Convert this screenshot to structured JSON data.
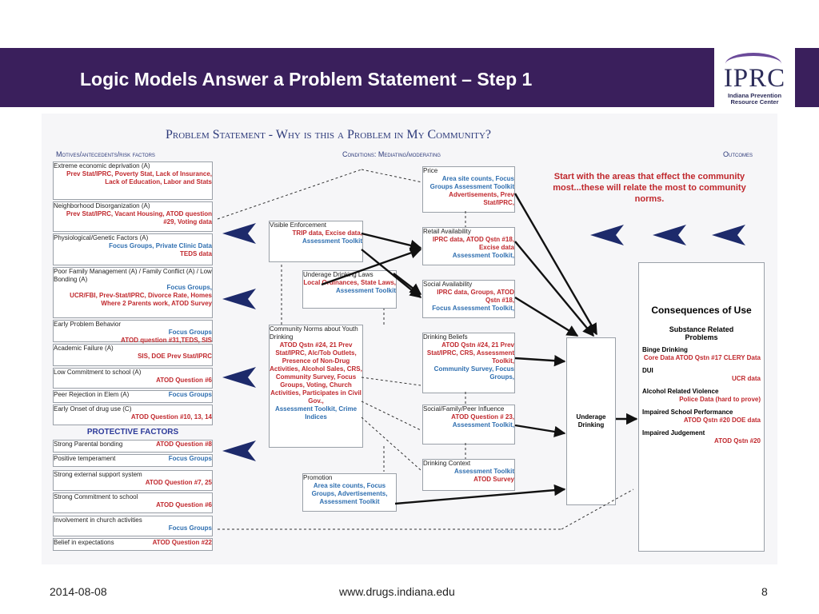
{
  "title": "Logic Models Answer a Problem Statement – Step 1",
  "logo": {
    "text": "IPRC",
    "subtitle": "Indiana Prevention Resource Center"
  },
  "diagram": {
    "heading": "Problem Statement  - Why is this a Problem in My Community?",
    "col_left": "Motives/antecedents/risk factors",
    "col_mid": "Conditions: Mediating/moderating",
    "col_right": "Outcomes",
    "callout": "Start with the areas that effect the community most...these will relate the most to community norms.",
    "risk": [
      {
        "label": "Extreme economic deprivation (A)",
        "red": "Prev Stat/IPRC, Poverty Stat, Lack of Insurance, Lack of Education, Labor and Stats",
        "blue": ""
      },
      {
        "label": "Neighborhood Disorganization (A)",
        "red": "Prev Stat/IPRC, Vacant Housing, ATOD question #29, Voting data",
        "blue": ""
      },
      {
        "label": "Physiological/Genetic Factors (A)",
        "red": "TEDS data",
        "blue": "Focus Groups, Private Clinic Data"
      },
      {
        "label": "Poor Family Management (A) / Family Conflict (A) / Low Bonding (A)",
        "red": "UCR/FBI, Prev-Stat/IPRC, Divorce Rate, Homes Where 2 Parents work, ATOD Survey",
        "blue": "Focus Groups,"
      },
      {
        "label": "Early Problem Behavior",
        "red": "ATOD question #31,TEDS, SIS",
        "blue": "Focus Groups"
      },
      {
        "label": "Academic Failure (A)",
        "red": "SIS, DOE Prev Stat/IPRC",
        "blue": ""
      },
      {
        "label": "Low Commitment to school (A)",
        "red": "ATOD Question #6",
        "blue": ""
      },
      {
        "label": "Peer Rejection in Elem (A)",
        "red": "",
        "blue": "Focus Groups"
      },
      {
        "label": "Early Onset of drug use (C)",
        "red": "ATOD Question #10, 13, 14",
        "blue": ""
      }
    ],
    "protective_heading": "PROTECTIVE FACTORS",
    "protective": [
      {
        "label": "Strong Parental bonding",
        "red": "ATOD Question #8",
        "blue": ""
      },
      {
        "label": "Positive temperament",
        "red": "",
        "blue": "Focus Groups"
      },
      {
        "label": "Strong external support system",
        "red": "ATOD Question #7, 25",
        "blue": ""
      },
      {
        "label": "Strong Commitment to school",
        "red": "ATOD Question #6",
        "blue": ""
      },
      {
        "label": "Involvement in church activities",
        "red": "",
        "blue": "Focus Groups"
      },
      {
        "label": "Belief in expectations",
        "red": "ATOD Question #22",
        "blue": ""
      }
    ],
    "mid_left": [
      {
        "label": "Visible Enforcement",
        "red": "TRIP data, Excise data,",
        "blue": "Assessment Toolkit"
      },
      {
        "label": "Underage Drinking Laws",
        "red": "Local Ordinances, State Laws,",
        "blue": "Assessment Toolkit"
      },
      {
        "label": "Community Norms about Youth Drinking",
        "red": "ATOD Qstn #24, 21 Prev Stat/IPRC, Alc/Tob Outlets, Presence of Non-Drug Activities, Alcohol Sales, CRS, Community Survey, Focus Groups, Voting, Church Activities, Participates in Civil Gov.,",
        "blue": "Assessment Toolkit, Crime Indices"
      },
      {
        "label": "Promotion",
        "red": "",
        "blue": "Area site counts, Focus Groups, Advertisements, Assessment Toolkit"
      }
    ],
    "mid_right": [
      {
        "label": "Price",
        "red": "Advertisements, Prev Stat/IPRC,",
        "blue": "Area site counts, Focus Groups Assessment Toolkit"
      },
      {
        "label": "Retail Availability",
        "red": "IPRC data, ATOD Qstn #18, Excise data",
        "blue": "Assessment Toolkit,"
      },
      {
        "label": "Social Availability",
        "red": "IPRC data, Groups, ATOD Qstn #18,",
        "blue": "Focus Assessment Toolkit,"
      },
      {
        "label": "Drinking Beliefs",
        "red": "ATOD Qstn #24, 21 Prev Stat/IPRC, CRS, Assessment Toolkit,",
        "blue": "Community Survey, Focus Groups,"
      },
      {
        "label": "Social/Family/Peer Influence",
        "red": "ATOD Question # 23,",
        "blue": "Assessment Toolkit,"
      },
      {
        "label": "Drinking Context",
        "red": "ATOD Survey",
        "blue": "Assessment Toolkit"
      }
    ],
    "center": "Underage Drinking",
    "consequences": {
      "heading": "Consequences of Use",
      "sub": "Substance Related Problems",
      "items": [
        {
          "label": "Binge Drinking",
          "data": "Core Data ATOD Qstn #17 CLERY Data"
        },
        {
          "label": "DUI",
          "data": "UCR data"
        },
        {
          "label": "Alcohol Related Violence",
          "data": "Police Data (hard to prove)"
        },
        {
          "label": "Impaired School Performance",
          "data": "ATOD Qstn #20 DOE data"
        },
        {
          "label": "Impaired Judgement",
          "data": "ATOD Qstn #20"
        }
      ]
    }
  },
  "footer": {
    "date": "2014-08-08",
    "url": "www.drugs.indiana.edu",
    "page": "8"
  },
  "colors": {
    "header": "#3a1f5c",
    "red": "#c0282d",
    "blue": "#2f6fb0",
    "arrow": "#1d2a6b"
  }
}
